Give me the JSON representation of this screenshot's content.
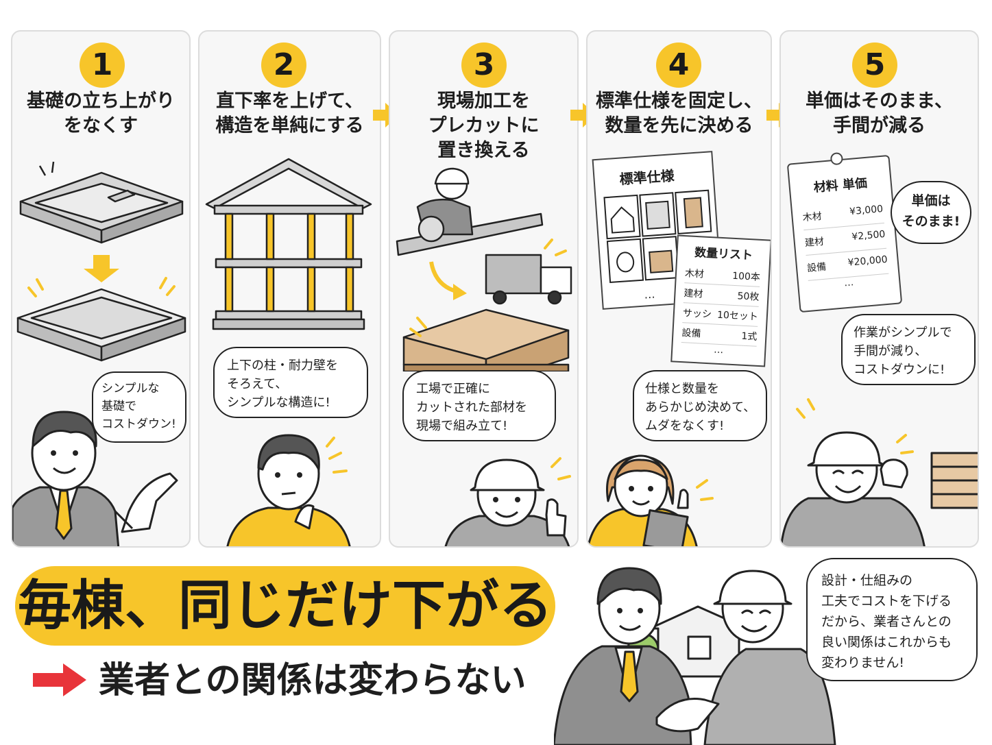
{
  "steps": [
    {
      "number": "1",
      "title_line1": "基礎の立ち上がり",
      "title_line2": "をなくす",
      "bubble": [
        "シンプルな",
        "基礎で",
        "コストダウン!"
      ]
    },
    {
      "number": "2",
      "title_line1": "直下率を上げて、",
      "title_line2": "構造を単純にする",
      "bubble": [
        "上下の柱・耐力壁を",
        "そろえて、",
        "シンプルな構造に!"
      ]
    },
    {
      "number": "3",
      "title_line1": "現場加工を",
      "title_line2": "プレカットに",
      "title_line3": "置き換える",
      "bubble": [
        "工場で正確に",
        "カットされた部材を",
        "現場で組み立て!"
      ]
    },
    {
      "number": "4",
      "title_line1": "標準仕様を固定し、",
      "title_line2": "数量を先に決める",
      "bubble": [
        "仕様と数量を",
        "あらかじめ決めて、",
        "ムダをなくす!"
      ]
    },
    {
      "number": "5",
      "title_line1": "単価はそのまま、",
      "title_line2": "手間が減る",
      "bubble": [
        "作業がシンプルで",
        "手間が減り、",
        "コストダウンに!"
      ]
    }
  ],
  "spec_card": {
    "title": "標準仕様",
    "more": "…"
  },
  "qty_list": {
    "title": "数量リスト",
    "items": [
      {
        "name": "木材",
        "qty": "100本"
      },
      {
        "name": "建材",
        "qty": "50枚"
      },
      {
        "name": "サッシ",
        "qty": "10セット"
      },
      {
        "name": "設備",
        "qty": "1式"
      }
    ],
    "more": "…"
  },
  "price_tag": {
    "title": "材料 単価",
    "items": [
      {
        "name": "木材",
        "price": "¥3,000"
      },
      {
        "name": "建材",
        "price": "¥2,500"
      },
      {
        "name": "設備",
        "price": "¥20,000"
      }
    ],
    "more": "…"
  },
  "price_bubble": [
    "単価は",
    "そのまま!"
  ],
  "banner": "毎棟、同じだけ下がる",
  "subline": "業者との関係は変わらない",
  "final_bubble": [
    "設計・仕組みの",
    "工夫でコストを下げる",
    "だから、業者さんとの",
    "良い関係はこれからも",
    "変わりません!"
  ],
  "colors": {
    "accent": "#f7c52a",
    "red_arrow": "#e8343a",
    "panel_bg": "#f7f7f7"
  }
}
